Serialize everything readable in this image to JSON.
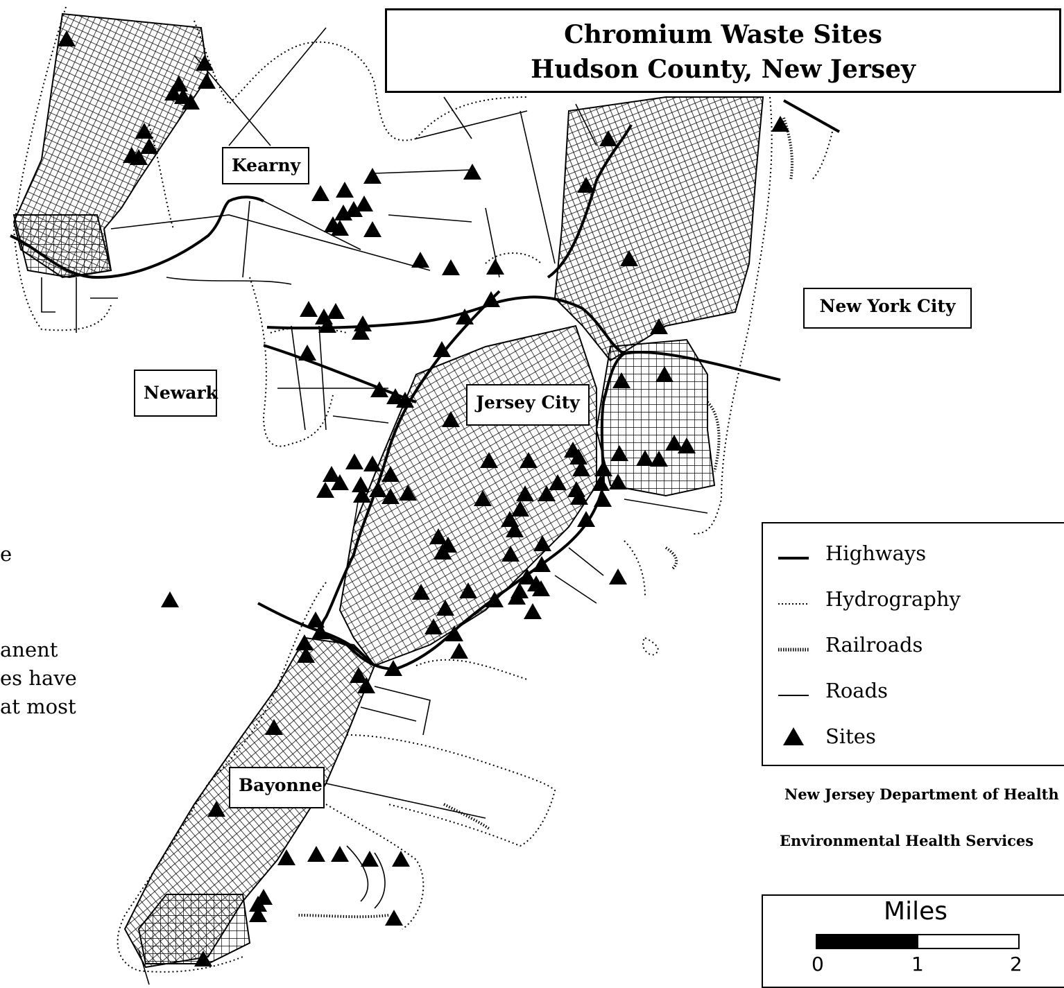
{
  "map": {
    "title_line1": "Chromium Waste Sites",
    "title_line2": "Hudson County, New Jersey",
    "place_labels": {
      "kearny": "Kearny",
      "newark": "Newark",
      "jersey_city": "Jersey City",
      "new_york_city": "New York City",
      "bayonne": "Bayonne"
    },
    "legend": {
      "highways": "Highways",
      "hydrography": "Hydrography",
      "railroads": "Railroads",
      "roads": "Roads",
      "sites": "Sites"
    },
    "credit_line1": "New Jersey Department of Health",
    "credit_line2": "Environmental Health Services",
    "scale": {
      "title": "Miles",
      "ticks": [
        "0",
        "1",
        "2"
      ]
    },
    "cut_off_text": {
      "line1": "e",
      "line2": "anent",
      "line3": "es have",
      "line4": "at most"
    },
    "site_marker_count": 115,
    "colors": {
      "ink": "#000000",
      "paper": "#ffffff"
    }
  }
}
